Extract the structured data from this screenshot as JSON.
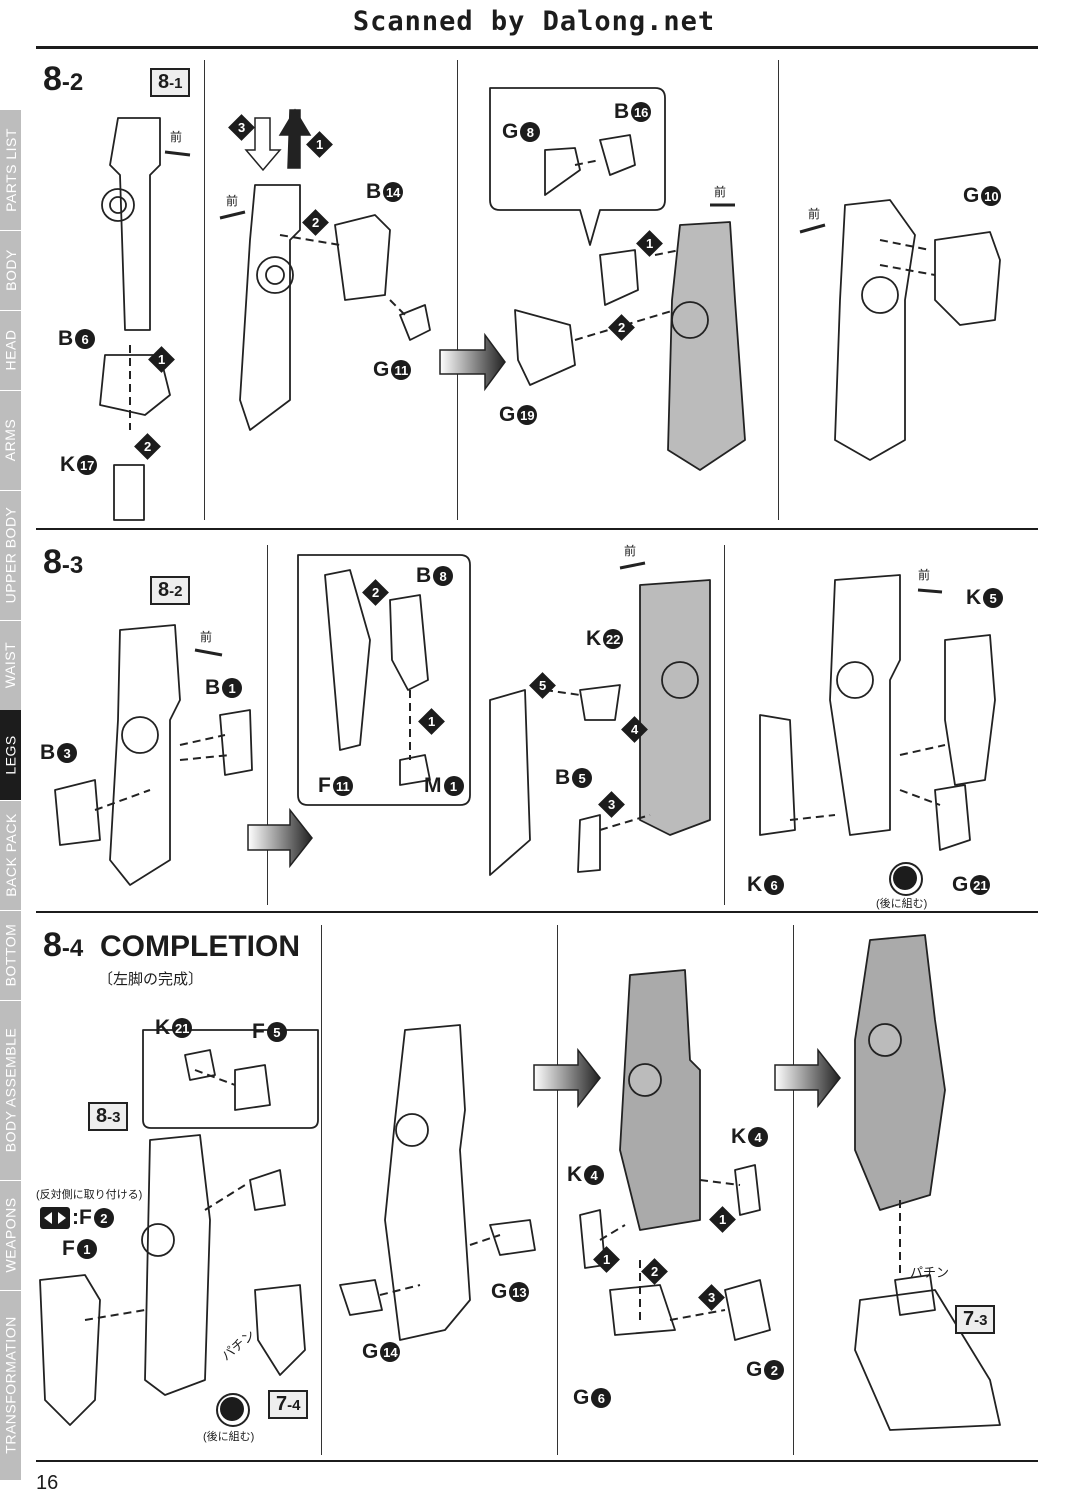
{
  "header": "Scanned by Dalong.net",
  "sidebar": [
    {
      "label": "PARTS LIST",
      "active": false
    },
    {
      "label": "BODY",
      "active": false
    },
    {
      "label": "HEAD",
      "active": false
    },
    {
      "label": "ARMS",
      "active": false
    },
    {
      "label": "UPPER BODY",
      "active": false
    },
    {
      "label": "WAIST",
      "active": false
    },
    {
      "label": "LEGS",
      "active": true
    },
    {
      "label": "BACK PACK",
      "active": false
    },
    {
      "label": "BOTTOM",
      "active": false
    },
    {
      "label": "BODY ASSEMBLE",
      "active": false
    },
    {
      "label": "WEAPONS",
      "active": false
    },
    {
      "label": "TRANSFORMATION",
      "active": false
    }
  ],
  "steps": {
    "s82": {
      "major": "8",
      "minor": "-2",
      "ref": {
        "major": "8",
        "minor": "-1"
      }
    },
    "s83": {
      "major": "8",
      "minor": "-3",
      "ref": {
        "major": "8",
        "minor": "-2"
      }
    },
    "s84": {
      "major": "8",
      "minor": "-4",
      "ref": {
        "major": "8",
        "minor": "-3"
      },
      "title": "COMPLETION",
      "subtitle": "〔左脚の完成〕",
      "opp_note": "(反対側に取り付ける)",
      "opp_part": ":F",
      "opp_num": "2"
    }
  },
  "labels": {
    "front": "前",
    "later": "(後に組む)",
    "click": "パチン",
    "ref74": {
      "major": "7",
      "minor": "-4"
    },
    "ref73": {
      "major": "7",
      "minor": "-3"
    }
  },
  "parts": [
    {
      "id": "p1",
      "letter": "B",
      "num": "6"
    },
    {
      "id": "p2",
      "letter": "K",
      "num": "17"
    },
    {
      "id": "p3",
      "letter": "B",
      "num": "14"
    },
    {
      "id": "p4",
      "letter": "G",
      "num": "11"
    },
    {
      "id": "p5",
      "letter": "G",
      "num": "8"
    },
    {
      "id": "p6",
      "letter": "B",
      "num": "16"
    },
    {
      "id": "p7",
      "letter": "G",
      "num": "19"
    },
    {
      "id": "p8",
      "letter": "G",
      "num": "10"
    },
    {
      "id": "p9",
      "letter": "B",
      "num": "1"
    },
    {
      "id": "p10",
      "letter": "B",
      "num": "3"
    },
    {
      "id": "p11",
      "letter": "B",
      "num": "8"
    },
    {
      "id": "p12",
      "letter": "F",
      "num": "11"
    },
    {
      "id": "p13",
      "letter": "M",
      "num": "1"
    },
    {
      "id": "p14",
      "letter": "K",
      "num": "22"
    },
    {
      "id": "p15",
      "letter": "B",
      "num": "5"
    },
    {
      "id": "p16",
      "letter": "K",
      "num": "5"
    },
    {
      "id": "p17",
      "letter": "K",
      "num": "6"
    },
    {
      "id": "p18",
      "letter": "G",
      "num": "21"
    },
    {
      "id": "p19",
      "letter": "K",
      "num": "21"
    },
    {
      "id": "p20",
      "letter": "F",
      "num": "5"
    },
    {
      "id": "p21",
      "letter": "F",
      "num": "1"
    },
    {
      "id": "p22",
      "letter": "G",
      "num": "14"
    },
    {
      "id": "p23",
      "letter": "G",
      "num": "13"
    },
    {
      "id": "p24",
      "letter": "K",
      "num": "4"
    },
    {
      "id": "p25",
      "letter": "K",
      "num": "4"
    },
    {
      "id": "p26",
      "letter": "G",
      "num": "6"
    },
    {
      "id": "p27",
      "letter": "G",
      "num": "2"
    }
  ],
  "order_marks": [
    "1",
    "2",
    "3",
    "4",
    "5"
  ],
  "page_number": "16"
}
